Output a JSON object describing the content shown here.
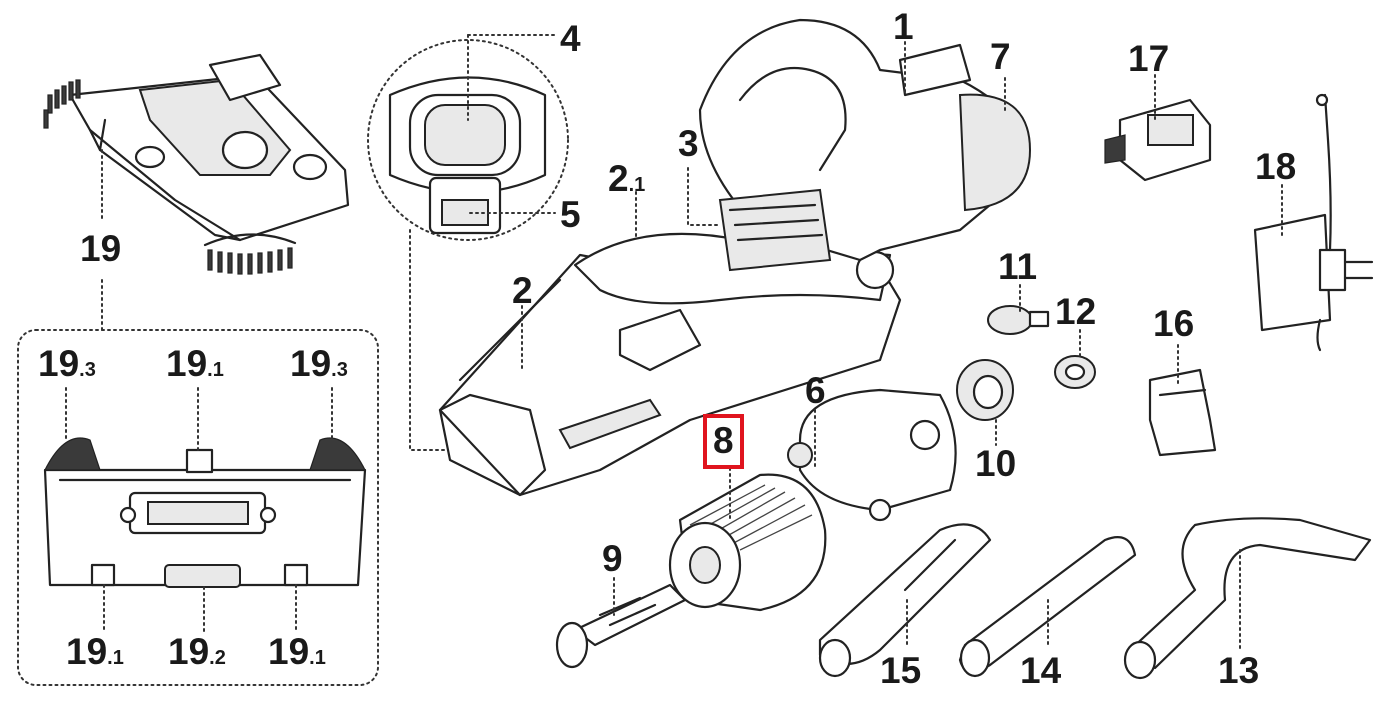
{
  "diagram": {
    "highlight_color": "#e0141e",
    "highlighted_part": "8",
    "labels": {
      "p1": "1",
      "p2": "2",
      "p2_1": "2",
      "p2_1_sub": ".1",
      "p3": "3",
      "p4": "4",
      "p5": "5",
      "p6": "6",
      "p7": "7",
      "p8": "8",
      "p9": "9",
      "p10": "10",
      "p11": "11",
      "p12": "12",
      "p13": "13",
      "p14": "14",
      "p15": "15",
      "p16": "16",
      "p17": "17",
      "p18": "18",
      "p19": "19",
      "p19_3a": "19",
      "p19_3a_sub": ".3",
      "p19_1a": "19",
      "p19_1a_sub": ".1",
      "p19_3b": "19",
      "p19_3b_sub": ".3",
      "p19_1b": "19",
      "p19_1b_sub": ".1",
      "p19_2": "19",
      "p19_2_sub": ".2",
      "p19_1c": "19",
      "p19_1c_sub": ".1"
    }
  }
}
